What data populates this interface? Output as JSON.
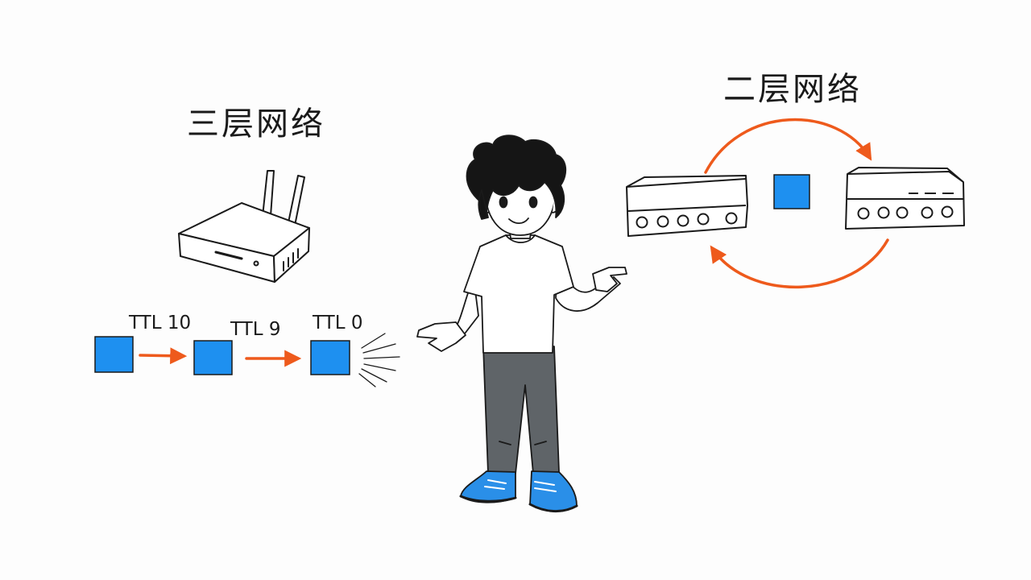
{
  "layer3": {
    "title": "三层网络",
    "packets": [
      {
        "ttl_label": "TTL 10"
      },
      {
        "ttl_label": "TTL 9"
      },
      {
        "ttl_label": "TTL 0"
      }
    ]
  },
  "layer2": {
    "title": "二层网络"
  },
  "colors": {
    "packet": "#1e90f0",
    "arrow": "#ee5a1c",
    "ink": "#1a1a1a",
    "pants": "#5f6468",
    "shoes": "#2a8fe8",
    "hair": "#151515",
    "background": "#fdfdfd"
  },
  "icons": [
    "router-icon",
    "switch-icon",
    "person-illustration",
    "packet-icon",
    "arrow-icon",
    "loop-arrow-icon",
    "burst-icon"
  ]
}
